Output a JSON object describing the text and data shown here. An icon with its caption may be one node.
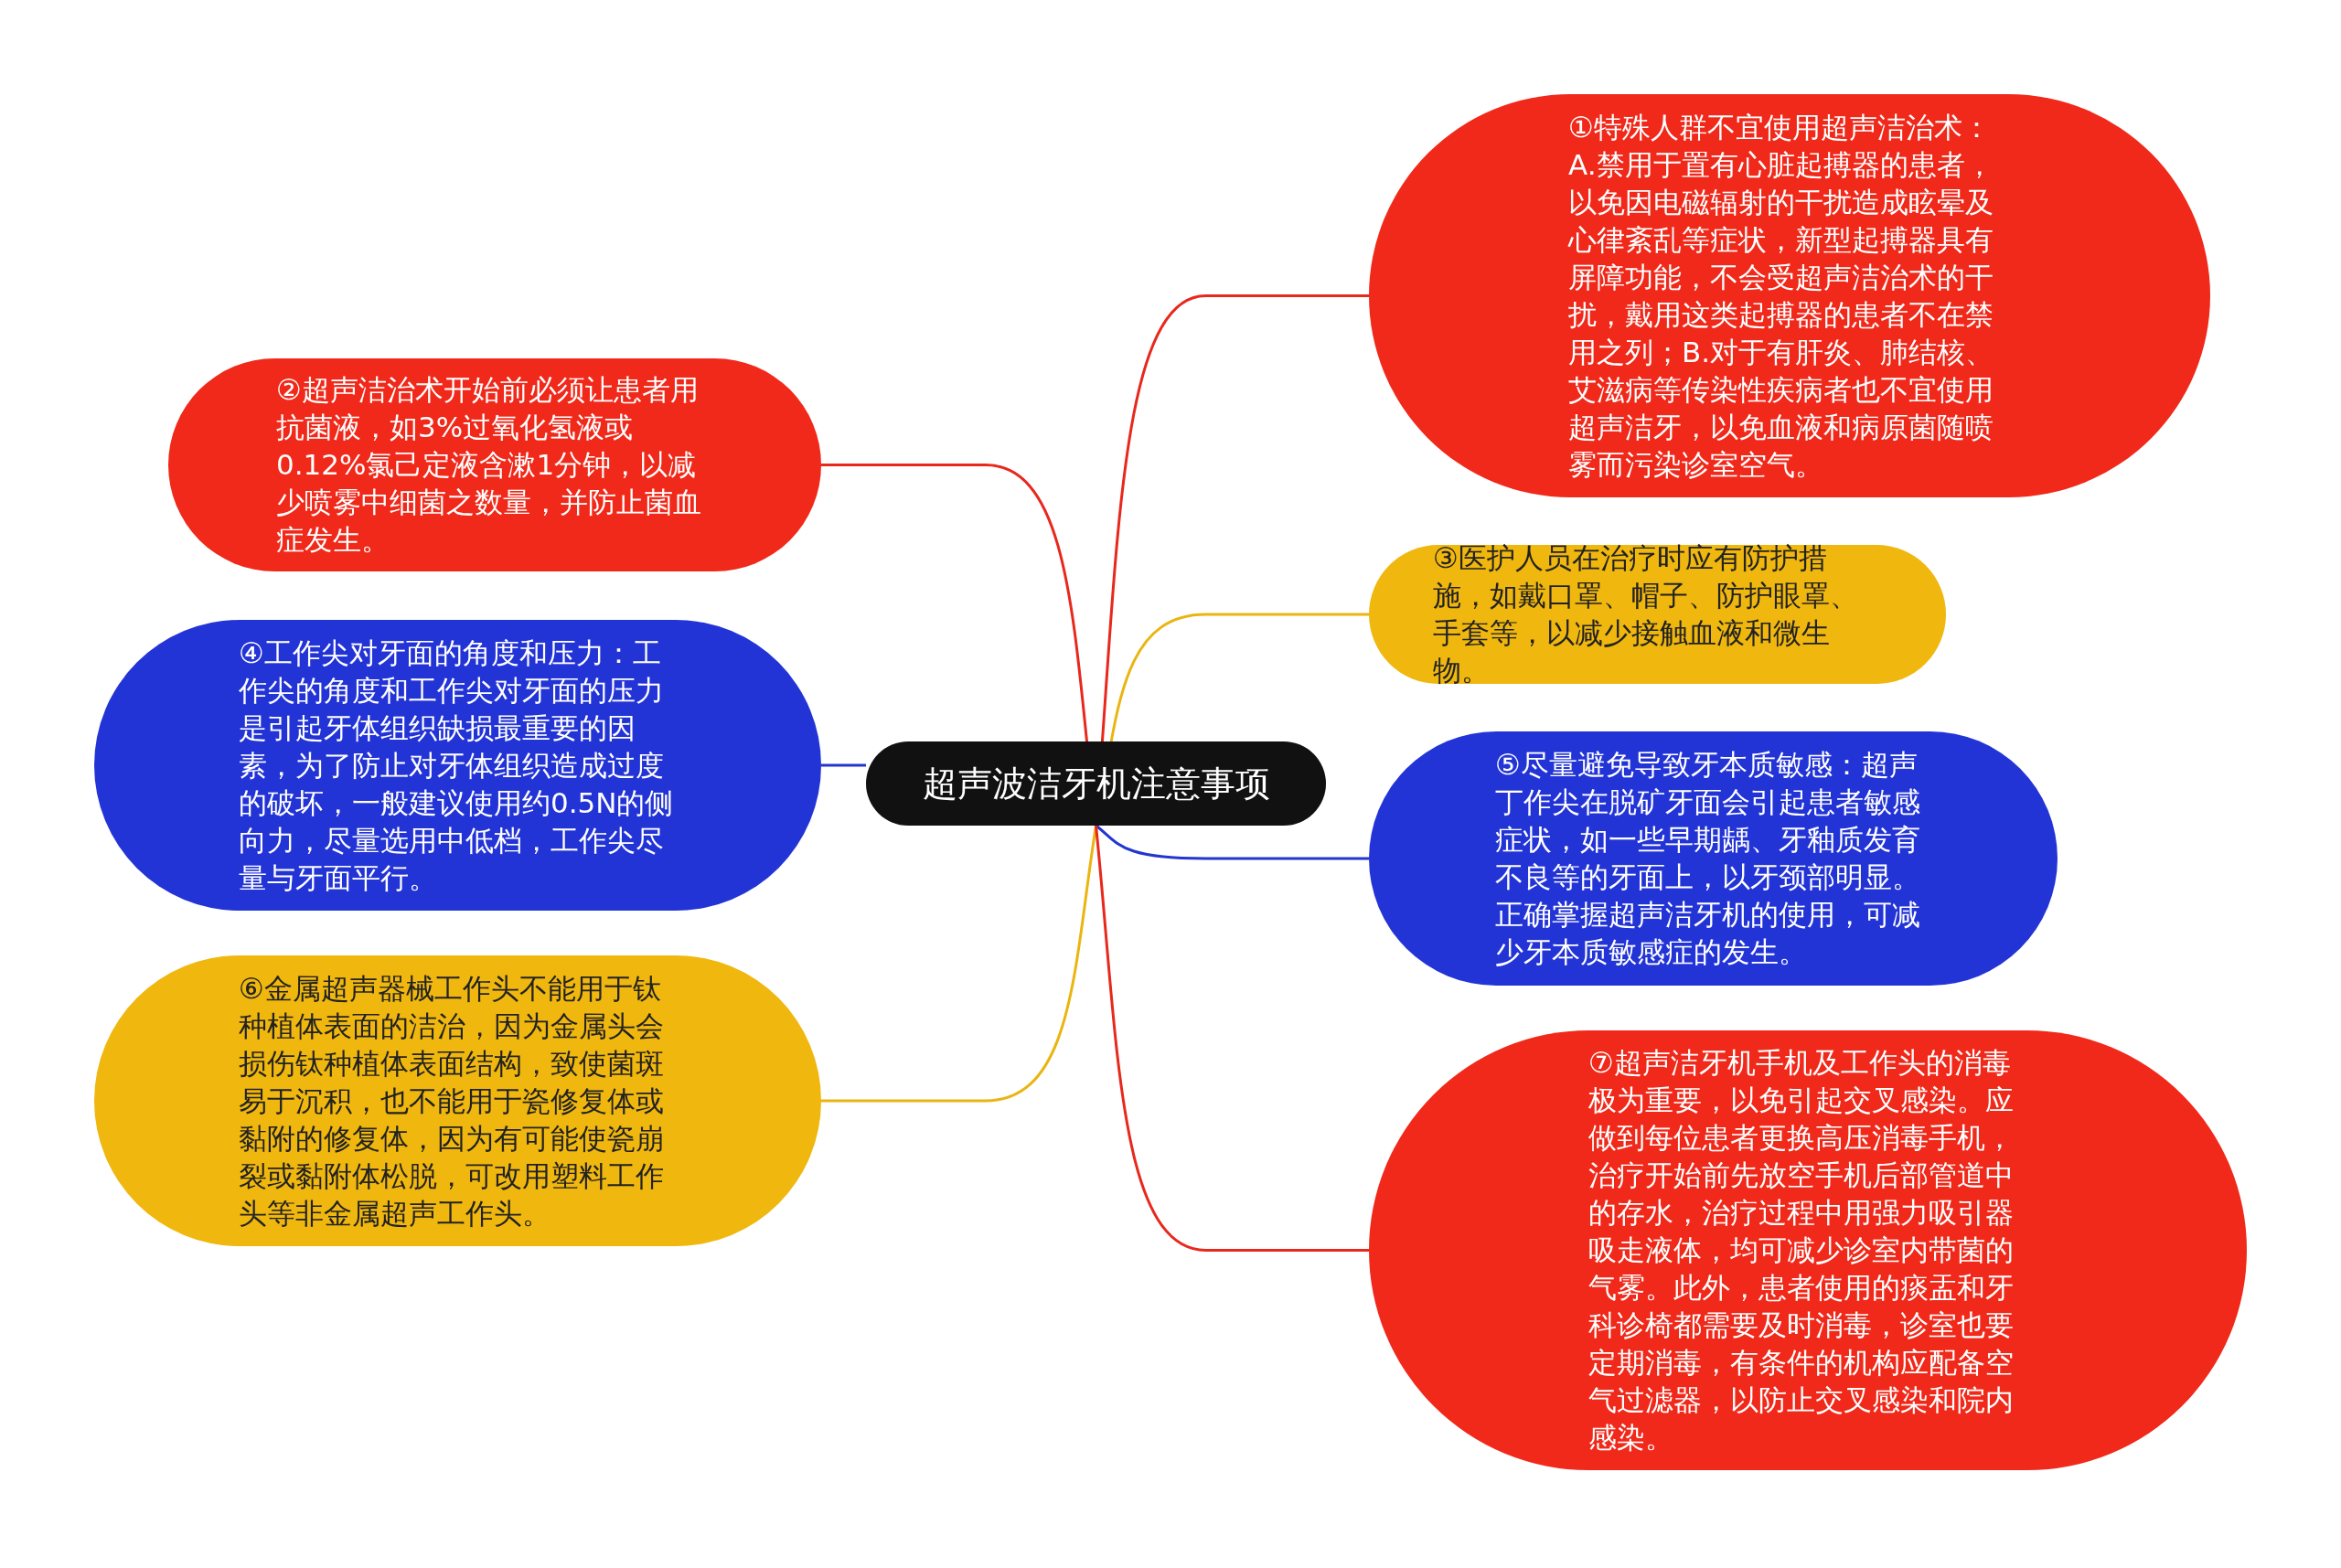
{
  "diagram": {
    "nodes": [
      {
        "text": [
          "超声波洁牙机注意事项"
        ]
      },
      {
        "text": [
          "①特殊人群不宜使用超声洁治术：A.禁用于置有心脏起搏器的患者，以免因电磁辐射的干扰造成眩晕及心律紊乱等症状，新型起搏器具有屏障功能，不会受超声洁治术的干扰，戴用这类起搏器的患者不在禁用之列；B.对于有肝炎、肺结核、艾滋病等传染性疾病者也不宜使用超声洁牙，以免血液和病原菌随喷雾而污染诊室空气。"
        ]
      },
      {
        "text": [
          "②超声洁治术开始前必须让患者用抗菌液，如3%过氧化氢液或0.12%氯己定液含漱1分钟，以减少喷雾中细菌之数量，并防止菌血症发生。"
        ]
      },
      {
        "text": [
          "③医护人员在治疗时应有防护措施，如戴口罩、帽子、防护眼罩、手套等，以减少接触血液和微生物。"
        ]
      },
      {
        "text": [
          "④工作尖对牙面的角度和压力：工作尖的角度和工作尖对牙面的压力是引起牙体组织缺损最重要的因素，为了防止对牙体组织造成过度的破坏，一般建议使用约0.5N的侧向力，尽量选用中低档，工作尖尽量与牙面平行。"
        ]
      },
      {
        "text": [
          "⑤尽量避免导致牙本质敏感：超声丁作尖在脱矿牙面会引起患者敏感症状，如一些早期龋、牙釉质发育不良等的牙面上，以牙颈部明显。正确掌握超声洁牙机的使用，可减少牙本质敏感症的发生。"
        ]
      },
      {
        "text": [
          "⑥金属超声器械工作头不能用于钛种植体表面的洁治，因为金属头会损伤钛种植体表面结构，致使菌斑易于沉积，也不能用于瓷修复体或黏附的修复体，因为有可能使瓷崩裂或黏附体松脱，可改用塑料工作头等非金属超声工作头。"
        ]
      },
      {
        "text": [
          "⑦超声洁牙机手机及工作头的消毒极为重要，以免引起交叉感染。应做到每位患者更换高压消毒手机，治疗开始前先放空手机后部管道中的存水，治疗过程中用强力吸引器吸走液体，均可减少诊室内带菌的气雾。此外，患者使用的痰盂和牙科诊椅都需要及时消毒，诊室也要定期消毒，有条件的机构应配备空气过滤器，以防止交叉感染和院内感染。"
        ]
      }
    ],
    "edges": [
      {
        "from": 0,
        "to": 1,
        "arrow": "none",
        "color": "#e8281c"
      },
      {
        "from": 0,
        "to": 2,
        "arrow": "none",
        "color": "#e8281c"
      },
      {
        "from": 0,
        "to": 3,
        "arrow": "none",
        "color": "#eab511"
      },
      {
        "from": 0,
        "to": 4,
        "arrow": "none",
        "color": "#2236d0"
      },
      {
        "from": 0,
        "to": 5,
        "arrow": "none",
        "color": "#2236d0"
      },
      {
        "from": 0,
        "to": 6,
        "arrow": "none",
        "color": "#eab511"
      },
      {
        "from": 0,
        "to": 7,
        "arrow": "none",
        "color": "#e8281c"
      }
    ]
  }
}
